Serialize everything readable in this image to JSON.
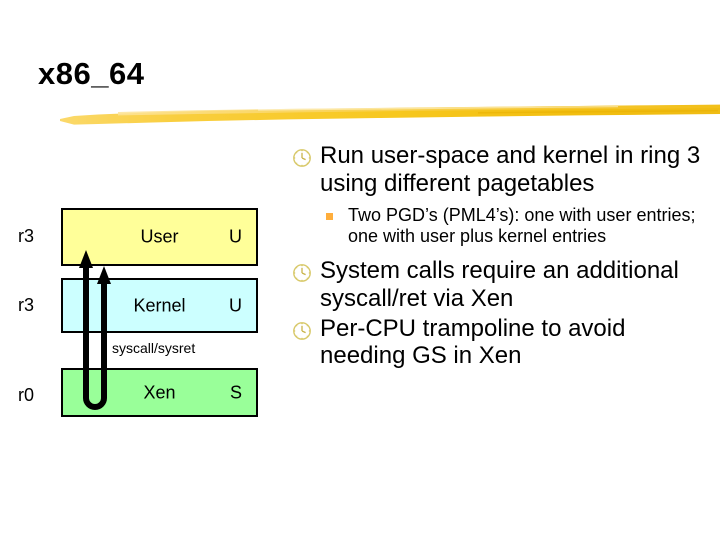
{
  "slide": {
    "title": "x86_64",
    "accent_gold": "#F5C523",
    "accent_gold_light": "#FBD96B"
  },
  "diagram": {
    "name": "ring-privilege-diagram",
    "rows": [
      {
        "ring": "r3",
        "name": "User",
        "mode": "U",
        "color": "#ffff99"
      },
      {
        "ring": "r3",
        "name": "Kernel",
        "mode": "U",
        "color": "#ccffff"
      },
      {
        "ring": "r0",
        "name": "Xen",
        "mode": "S",
        "color": "#99ff99"
      }
    ],
    "transition_label": "syscall/sysret",
    "arrow_name": "syscall-return-arrow"
  },
  "bullets": [
    {
      "icon": "clock-icon",
      "text": "Run user-space and kernel in ring 3 using different pagetables",
      "sub": [
        {
          "icon": "square-bullet-icon",
          "text": "Two PGD’s (PML4’s): one with user entries; one with user plus kernel entries"
        }
      ]
    },
    {
      "icon": "clock-icon",
      "text": "System calls require an additional syscall/ret via Xen",
      "sub": []
    },
    {
      "icon": "clock-icon",
      "text": "Per-CPU trampoline to avoid needing GS in Xen",
      "sub": []
    }
  ]
}
